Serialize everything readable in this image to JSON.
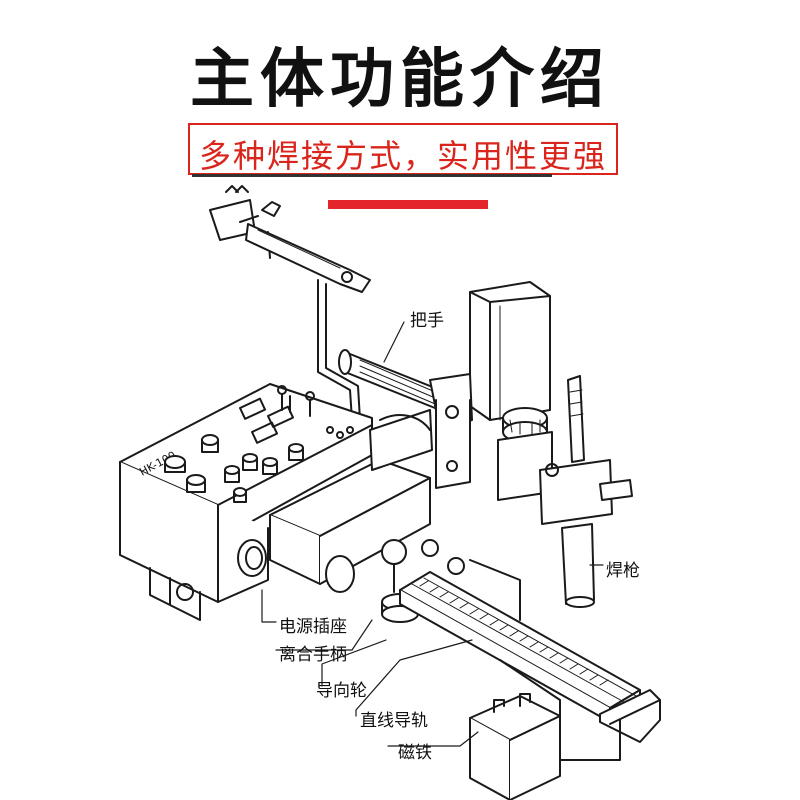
{
  "header": {
    "title": "主体功能介绍",
    "subtitle": "多种焊接方式，实用性更强"
  },
  "machine": {
    "panel_plate_text": "HK-100"
  },
  "callouts": {
    "handle": "把手",
    "torch": "焊枪",
    "power_socket": "电源插座",
    "clutch_handle": "离合手柄",
    "guide_wheel": "导向轮",
    "linear_rail": "直线导轨",
    "magnet": "磁铁"
  },
  "colors": {
    "accent": "#e3262b",
    "subtitle_border": "#d9251c",
    "line_art": "#1a1a1a"
  }
}
